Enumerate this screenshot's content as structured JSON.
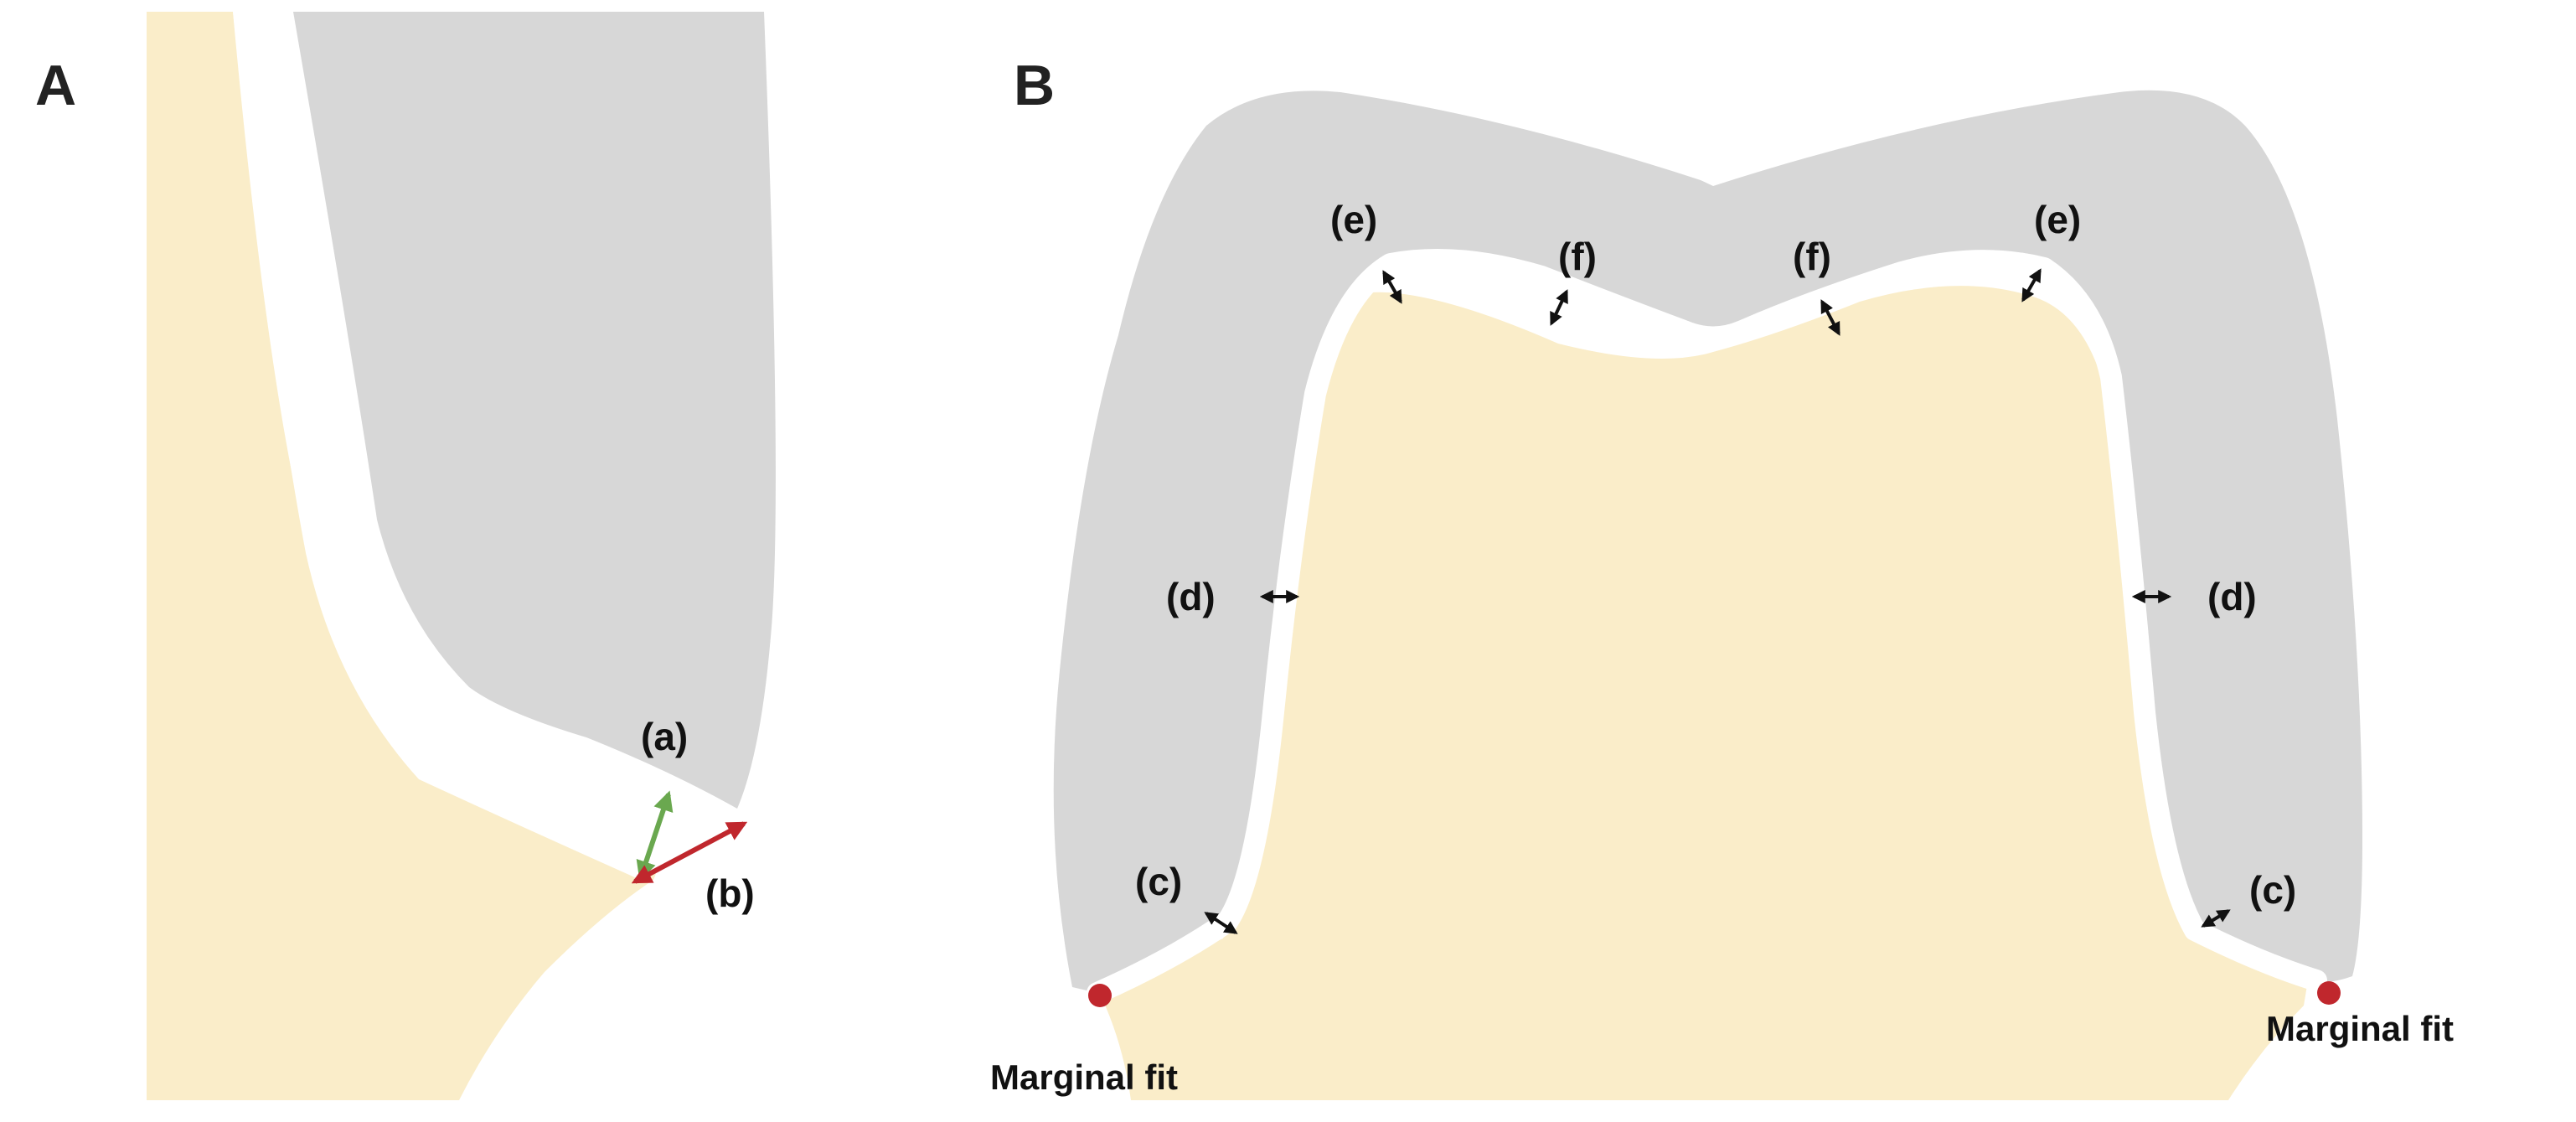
{
  "colors": {
    "tooth": "#faedc9",
    "crown": "#d7d7d7",
    "gap": "#ffffff",
    "arrow_black": "#111111",
    "arrow_green": "#6aa84f",
    "arrow_red": "#c0272d",
    "marker_red": "#c0272d"
  },
  "panel_a": {
    "letter": "A",
    "labels": {
      "a": "(a)",
      "b": "(b)"
    }
  },
  "panel_b": {
    "letter": "B",
    "labels": {
      "c_left": "(c)",
      "c_right": "(c)",
      "d_left": "(d)",
      "d_right": "(d)",
      "e_left": "(e)",
      "e_right": "(e)",
      "f_left": "(f)",
      "f_right": "(f)"
    },
    "marginal_fit_left": "Marginal fit",
    "marginal_fit_right": "Marginal fit"
  }
}
